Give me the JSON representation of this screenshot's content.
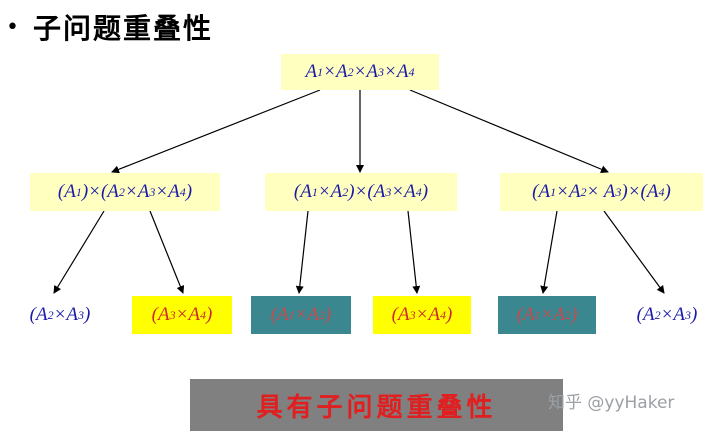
{
  "header": {
    "bullet": "•",
    "title": "子问题重叠性"
  },
  "tree": {
    "root": "A1×A2×A3×A4",
    "level1": [
      "(A1)×(A2×A3×A4)",
      "(A1×A2)×(A3×A4)",
      "(A1×A2× A3)×(A4)"
    ],
    "level2": [
      "(A2×A3)",
      "(A3×A4)",
      "(A1×A2)",
      "(A3×A4)",
      "(A1×A2)",
      "(A2×A3)"
    ]
  },
  "banner": {
    "text": "具有子问题重叠性"
  },
  "watermark": {
    "text": "知乎 @yyHaker"
  },
  "colors": {
    "node_bg_light": "#ffffbf",
    "node_text_blue": "#1a1aa8",
    "highlight_yellow": "#ffff00",
    "highlight_teal": "#3b8790",
    "banner_bg": "#808080",
    "banner_text": "#e02020"
  }
}
